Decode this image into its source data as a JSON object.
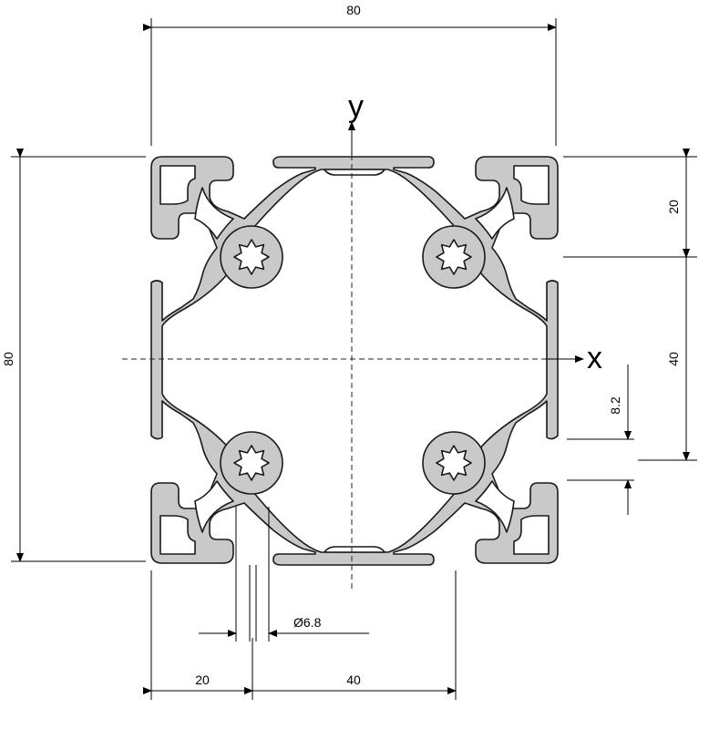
{
  "labels": {
    "width_total": "80",
    "height_total": "80",
    "right_top": "20",
    "right_mid": "40",
    "right_small": "8.2",
    "bottom_left": "20",
    "bottom_mid": "40",
    "hole_dia": "Ø6.8",
    "axis_x": "x",
    "axis_y": "y"
  }
}
